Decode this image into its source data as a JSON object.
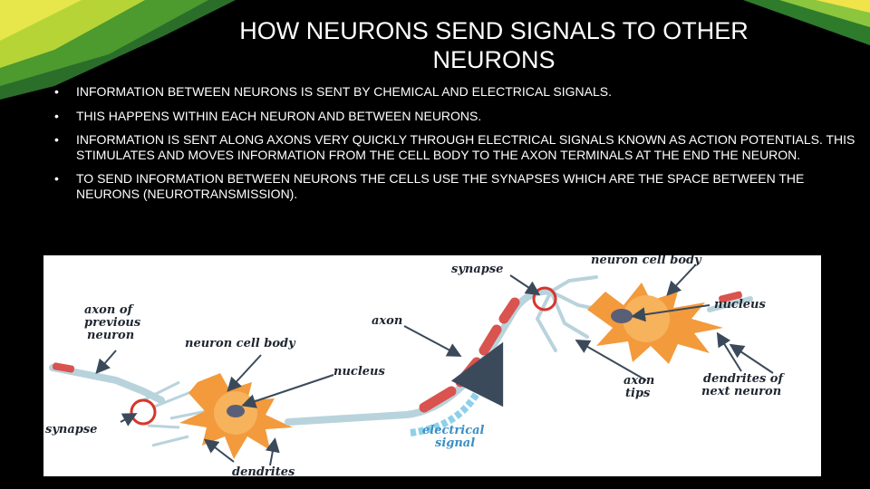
{
  "slide": {
    "title_line1": "HOW NEURONS SEND SIGNALS TO OTHER",
    "title_line2": "NEURONS",
    "bullet_glyph": "•",
    "bullets": [
      "INFORMATION BETWEEN NEURONS IS SENT BY CHEMICAL AND ELECTRICAL SIGNALS.",
      "THIS HAPPENS WITHIN EACH NEURON AND BETWEEN NEURONS.",
      "INFORMATION IS SENT ALONG AXONS VERY QUICKLY THROUGH ELECTRICAL SIGNALS KNOWN AS ACTION POTENTIALS. THIS STIMULATES AND MOVES INFORMATION FROM THE CELL BODY TO THE AXON TERMINALS AT THE END THE NEURON.",
      "TO SEND INFORMATION BETWEEN NEURONS THE CELLS USE THE SYNAPSES WHICH ARE THE SPACE BETWEEN THE NEURONS (NEUROTRANSMISSION)."
    ]
  },
  "diagram": {
    "labels": {
      "synapse_top": "synapse",
      "neuron_cell_body_top": "neuron cell body",
      "nucleus_right": "nucleus",
      "axon_of_previous_1": "axon of",
      "axon_of_previous_2": "previous",
      "axon_of_previous_3": "neuron",
      "axon": "axon",
      "neuron_cell_body_left": "neuron cell body",
      "nucleus_left": "nucleus",
      "axon_tips_1": "axon",
      "axon_tips_2": "tips",
      "dendrites_next_1": "dendrites of",
      "dendrites_next_2": "next neuron",
      "synapse_left": "synapse",
      "electrical_signal_1": "electrical",
      "electrical_signal_2": "signal",
      "dendrites": "dendrites"
    },
    "colors": {
      "cell_body": "#f39a3c",
      "nucleus": "#5a5f78",
      "axon_light": "#b9d3dc",
      "myelin": "#d9534f",
      "signal_arrow": "#8ed0ea",
      "arrow": "#3b4a5a",
      "synapse_circle": "#d9342b"
    }
  }
}
